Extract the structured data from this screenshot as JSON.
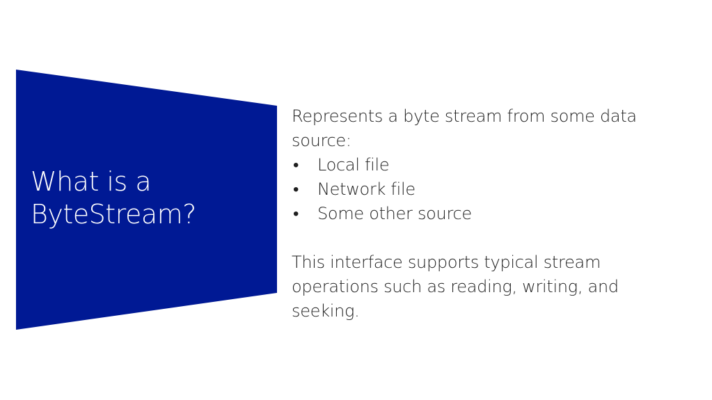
{
  "slide": {
    "accent_color": "#001994",
    "title_lines": [
      "What is a",
      "ByteStream?"
    ],
    "intro": "Represents a byte stream from some data source:",
    "bullet_glyph": "•",
    "bullets": [
      "Local file",
      "Network file",
      "Some other source"
    ],
    "closing": "This interface supports typical stream operations such as reading, writing, and seeking."
  }
}
